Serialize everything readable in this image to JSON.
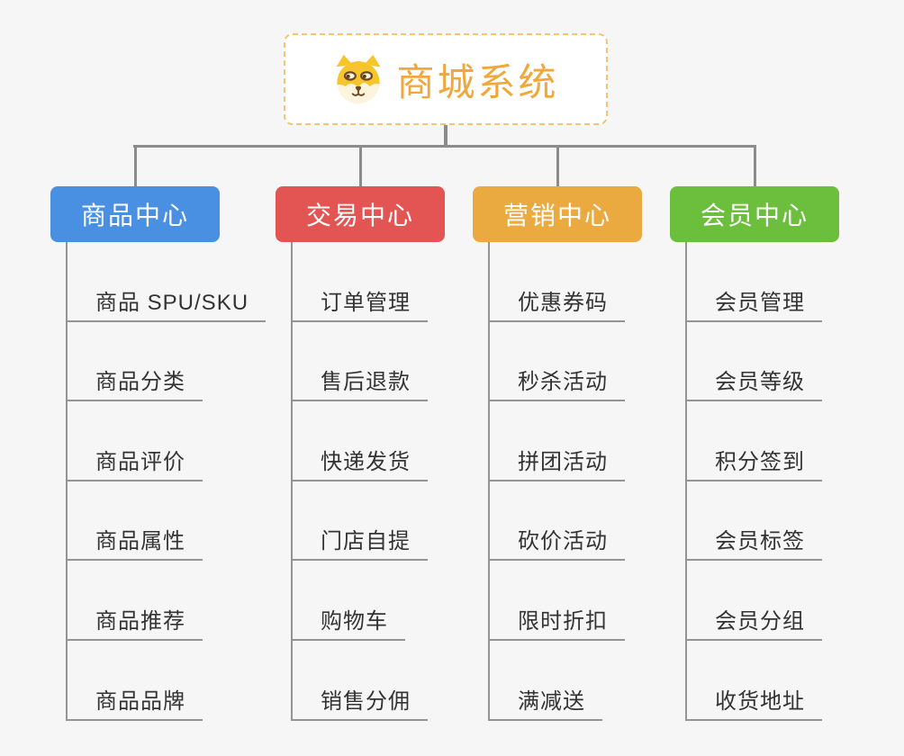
{
  "root": {
    "title": "商城系统",
    "icon": "shiba-dog-icon"
  },
  "branches": [
    {
      "label": "商品中心",
      "color": "#4a90e2",
      "children": [
        "商品 SPU/SKU",
        "商品分类",
        "商品评价",
        "商品属性",
        "商品推荐",
        "商品品牌"
      ]
    },
    {
      "label": "交易中心",
      "color": "#e35553",
      "children": [
        "订单管理",
        "售后退款",
        "快递发货",
        "门店自提",
        "购物车",
        "销售分佣"
      ]
    },
    {
      "label": "营销中心",
      "color": "#ebaa40",
      "children": [
        "优惠券码",
        "秒杀活动",
        "拼团活动",
        "砍价活动",
        "限时折扣",
        "满减送"
      ]
    },
    {
      "label": "会员中心",
      "color": "#6cbf3c",
      "children": [
        "会员管理",
        "会员等级",
        "积分签到",
        "会员标签",
        "会员分组",
        "收货地址"
      ]
    }
  ],
  "colors": {
    "background": "#f6f6f6",
    "root_border": "#f4c473",
    "root_title": "#f0a73e",
    "connector": "#8c8c8c",
    "leaf_line": "#949494",
    "leaf_text": "#333333"
  }
}
